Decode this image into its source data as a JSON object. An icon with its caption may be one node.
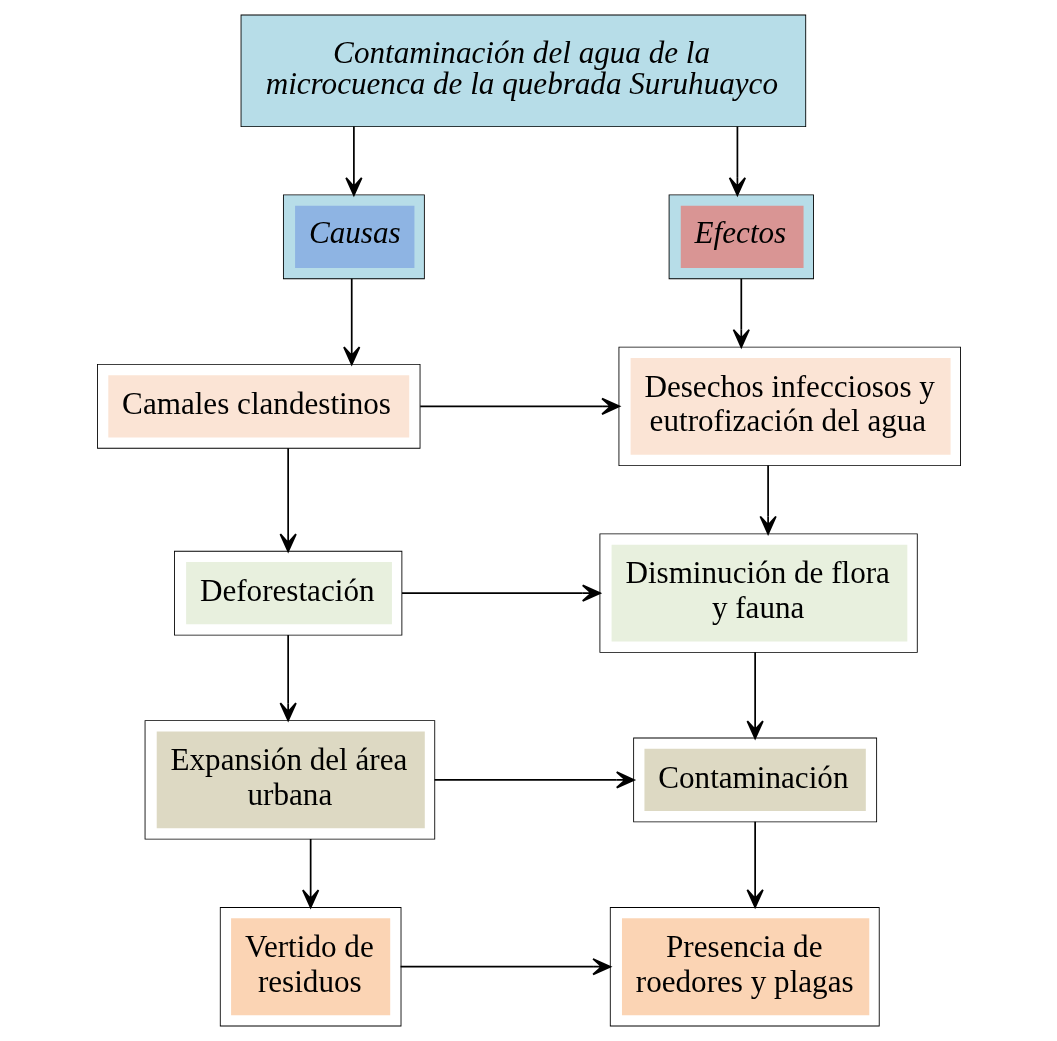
{
  "diagram": {
    "nodes": [
      {
        "text": [
          "Contaminación del agua de la microcuenca de la quebrada Suruhuayco"
        ]
      },
      {
        "text": [
          "Causas"
        ]
      },
      {
        "text": [
          "Efectos"
        ]
      },
      {
        "text": [
          "Camales clandestinos"
        ]
      },
      {
        "text": [
          "Desechos infecciosos y eutrofización del agua"
        ]
      },
      {
        "text": [
          "Deforestación"
        ]
      },
      {
        "text": [
          "Disminución de flora y fauna"
        ]
      },
      {
        "text": [
          "Expansión del área urbana"
        ]
      },
      {
        "text": [
          "Contaminación"
        ]
      },
      {
        "text": [
          "Vertido de residuos"
        ]
      },
      {
        "text": [
          "Presencia de roedores y plagas"
        ]
      }
    ],
    "edges": [
      {
        "from": 0,
        "to": 1,
        "arrow": "to"
      },
      {
        "from": 0,
        "to": 2,
        "arrow": "to"
      },
      {
        "from": 1,
        "to": 3,
        "arrow": "to"
      },
      {
        "from": 2,
        "to": 4,
        "arrow": "to"
      },
      {
        "from": 3,
        "to": 4,
        "arrow": "to"
      },
      {
        "from": 3,
        "to": 5,
        "arrow": "to"
      },
      {
        "from": 4,
        "to": 6,
        "arrow": "to"
      },
      {
        "from": 5,
        "to": 6,
        "arrow": "to"
      },
      {
        "from": 5,
        "to": 7,
        "arrow": "to"
      },
      {
        "from": 6,
        "to": 8,
        "arrow": "to"
      },
      {
        "from": 7,
        "to": 8,
        "arrow": "to"
      },
      {
        "from": 7,
        "to": 9,
        "arrow": "to"
      },
      {
        "from": 8,
        "to": 10,
        "arrow": "to"
      },
      {
        "from": 9,
        "to": 10,
        "arrow": "to"
      }
    ]
  }
}
